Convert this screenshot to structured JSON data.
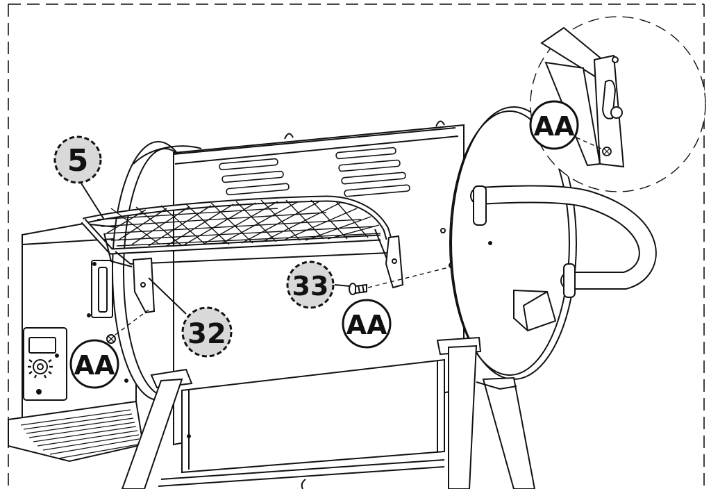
{
  "callouts": {
    "part_5": "5",
    "part_32": "32",
    "part_33": "33",
    "hardware_detail": "AA",
    "hardware_33": "AA",
    "hardware_32": "AA"
  },
  "colors": {
    "line": "#111111",
    "callout_fill_gray": "#d9d9d9",
    "background": "#ffffff"
  }
}
